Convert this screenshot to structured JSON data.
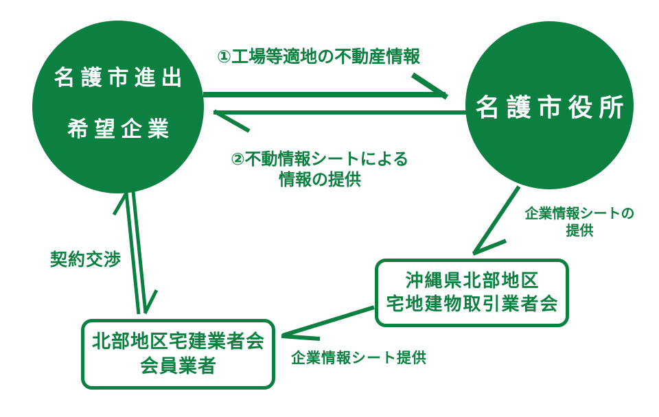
{
  "colors": {
    "green": "#0c8040",
    "white": "#ffffff"
  },
  "nodes": {
    "left_circle": {
      "line1": "名護市進出",
      "line2": "希望企業"
    },
    "right_circle": {
      "label": "名護市役所"
    },
    "right_box": {
      "line1": "沖縄県北部地区",
      "line2": "宅地建物取引業者会"
    },
    "left_box": {
      "line1": "北部地区宅建業者会",
      "line2": "会員業者"
    }
  },
  "labels": {
    "arrow1": "①工場等適地の不動産情報",
    "arrow2_line1": "②不動情報シートによる",
    "arrow2_line2": "情報の提供",
    "arrow3_line1": "企業情報シートの",
    "arrow3_line2": "提供",
    "arrow4": "企業情報シート提供",
    "arrow5": "契約交渉"
  }
}
